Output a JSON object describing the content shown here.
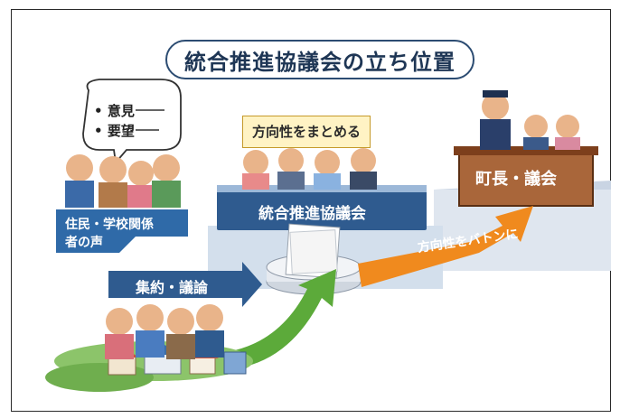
{
  "title": "統合推進協議会の立ち位置",
  "speech_bubble": {
    "items": [
      "意見",
      "要望"
    ],
    "bullet": "•"
  },
  "residents_label": {
    "line1": "住民・学校関係",
    "line2": "者の声"
  },
  "aggregate_label": "集約・議論",
  "direction_label": "方向性をまとめる",
  "council_label": "統合推進協議会",
  "baton_label": "方向性をバトンに",
  "mayor_label": "町長・議会",
  "colors": {
    "title_border": "#2c4c72",
    "blue_panel": "#2f5b8f",
    "yellow_box": "#fff3c4",
    "orange_arrow": "#f08a1e",
    "green_arrow": "#5caa3a",
    "wood": "#a9663a"
  }
}
